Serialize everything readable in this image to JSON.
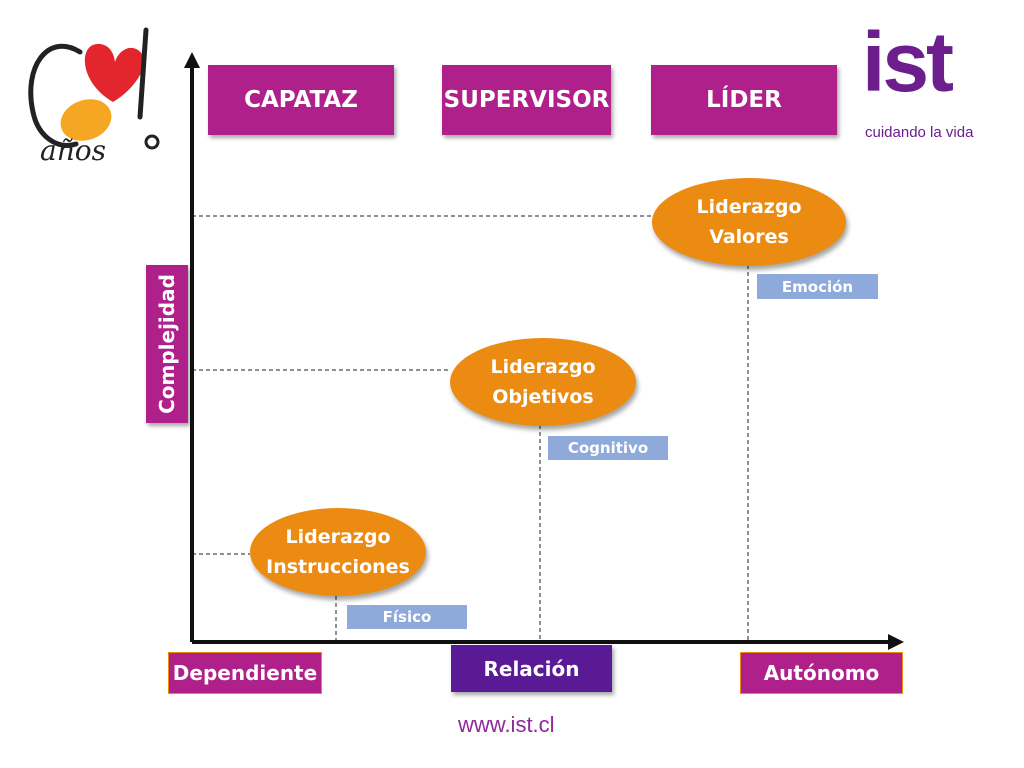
{
  "roles": [
    "CAPATAZ",
    "SUPERVISOR",
    "LÍDER"
  ],
  "levels": [
    {
      "line1": "Liderazgo",
      "line2": "Instrucciones",
      "tag": "Físico"
    },
    {
      "line1": "Liderazgo",
      "line2": "Objetivos",
      "tag": "Cognitivo"
    },
    {
      "line1": "Liderazgo",
      "line2": "Valores",
      "tag": "Emoción"
    }
  ],
  "y_axis_label": "Complejidad",
  "x_axis": {
    "left": "Dependiente",
    "center": "Relación",
    "right": "Autónomo"
  },
  "anniversary_logo": {
    "text": "años"
  },
  "brand": {
    "name": "ist",
    "tagline": "cuidando la vida",
    "color": "#6b1e8c",
    "accent": "#b0208a"
  },
  "footer_url": "www.ist.cl"
}
